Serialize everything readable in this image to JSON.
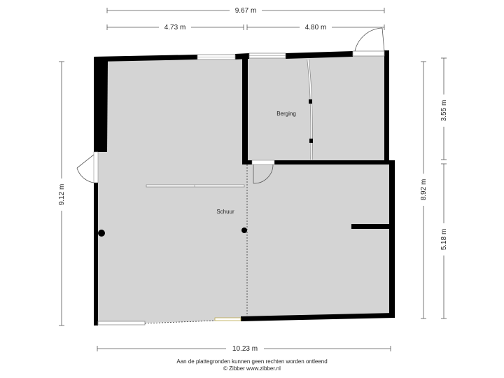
{
  "dimensions": {
    "top_total": "9.67 m",
    "top_left": "4.73 m",
    "top_right": "4.80 m",
    "left_total": "9.12 m",
    "right_total": "8.92 m",
    "right_upper": "3.55 m",
    "right_lower": "5.18 m",
    "bottom_total": "10.23 m"
  },
  "rooms": {
    "main": "Schuur",
    "storage": "Berging"
  },
  "footer": {
    "disclaimer": "Aan de plattegronden kunnen geen rechten worden ontleend",
    "copyright": "© Zibber www.zibber.nl"
  },
  "colors": {
    "wall": "#000000",
    "floor": "#d4d4d4"
  }
}
